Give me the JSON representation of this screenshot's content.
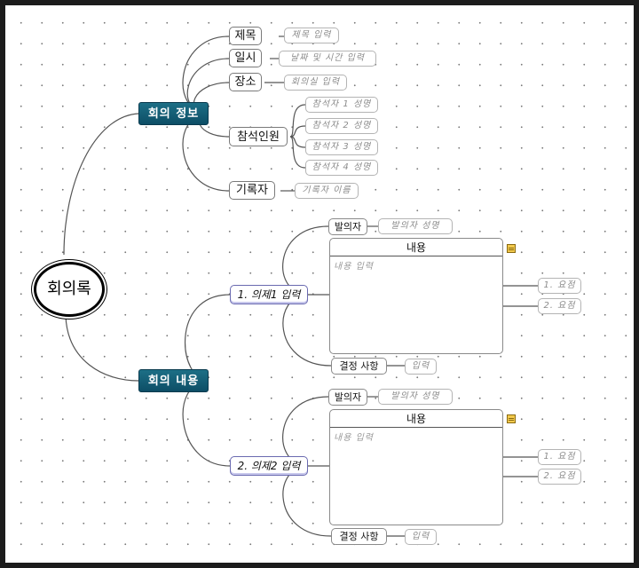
{
  "root": {
    "label": "회의록"
  },
  "branch_info": {
    "label": "회의 정보",
    "title": {
      "label": "제목",
      "hint": "제목 입력"
    },
    "datetime": {
      "label": "일시",
      "hint": "날짜 및 시간 입력"
    },
    "place": {
      "label": "장소",
      "hint": "회의실 입력"
    },
    "attendees": {
      "label": "참석인원",
      "hints": [
        "참석자 1 성명",
        "참석자 2 성명",
        "참석자 3 성명",
        "참석자 4 성명"
      ]
    },
    "recorder": {
      "label": "기록자",
      "hint": "기록자 이름"
    }
  },
  "branch_content": {
    "label": "회의 내용",
    "agendas": [
      {
        "label": "1. 의제1 입력",
        "presenter": {
          "label": "발의자",
          "hint": "발의자 성명"
        },
        "content": {
          "title": "내용",
          "body": "내용 입력"
        },
        "points": [
          "1. 요점",
          "2. 요점"
        ],
        "decision": {
          "label": "결정 사항",
          "hint": "입력"
        }
      },
      {
        "label": "2. 의제2 입력",
        "presenter": {
          "label": "발의자",
          "hint": "발의자 성명"
        },
        "content": {
          "title": "내용",
          "body": "내용 입력"
        },
        "points": [
          "1. 요점",
          "2. 요점"
        ],
        "decision": {
          "label": "결정 사항",
          "hint": "입력"
        }
      }
    ]
  },
  "colors": {
    "branch": "#0d5a72",
    "line": "#555555",
    "note": "#f2c94c"
  }
}
